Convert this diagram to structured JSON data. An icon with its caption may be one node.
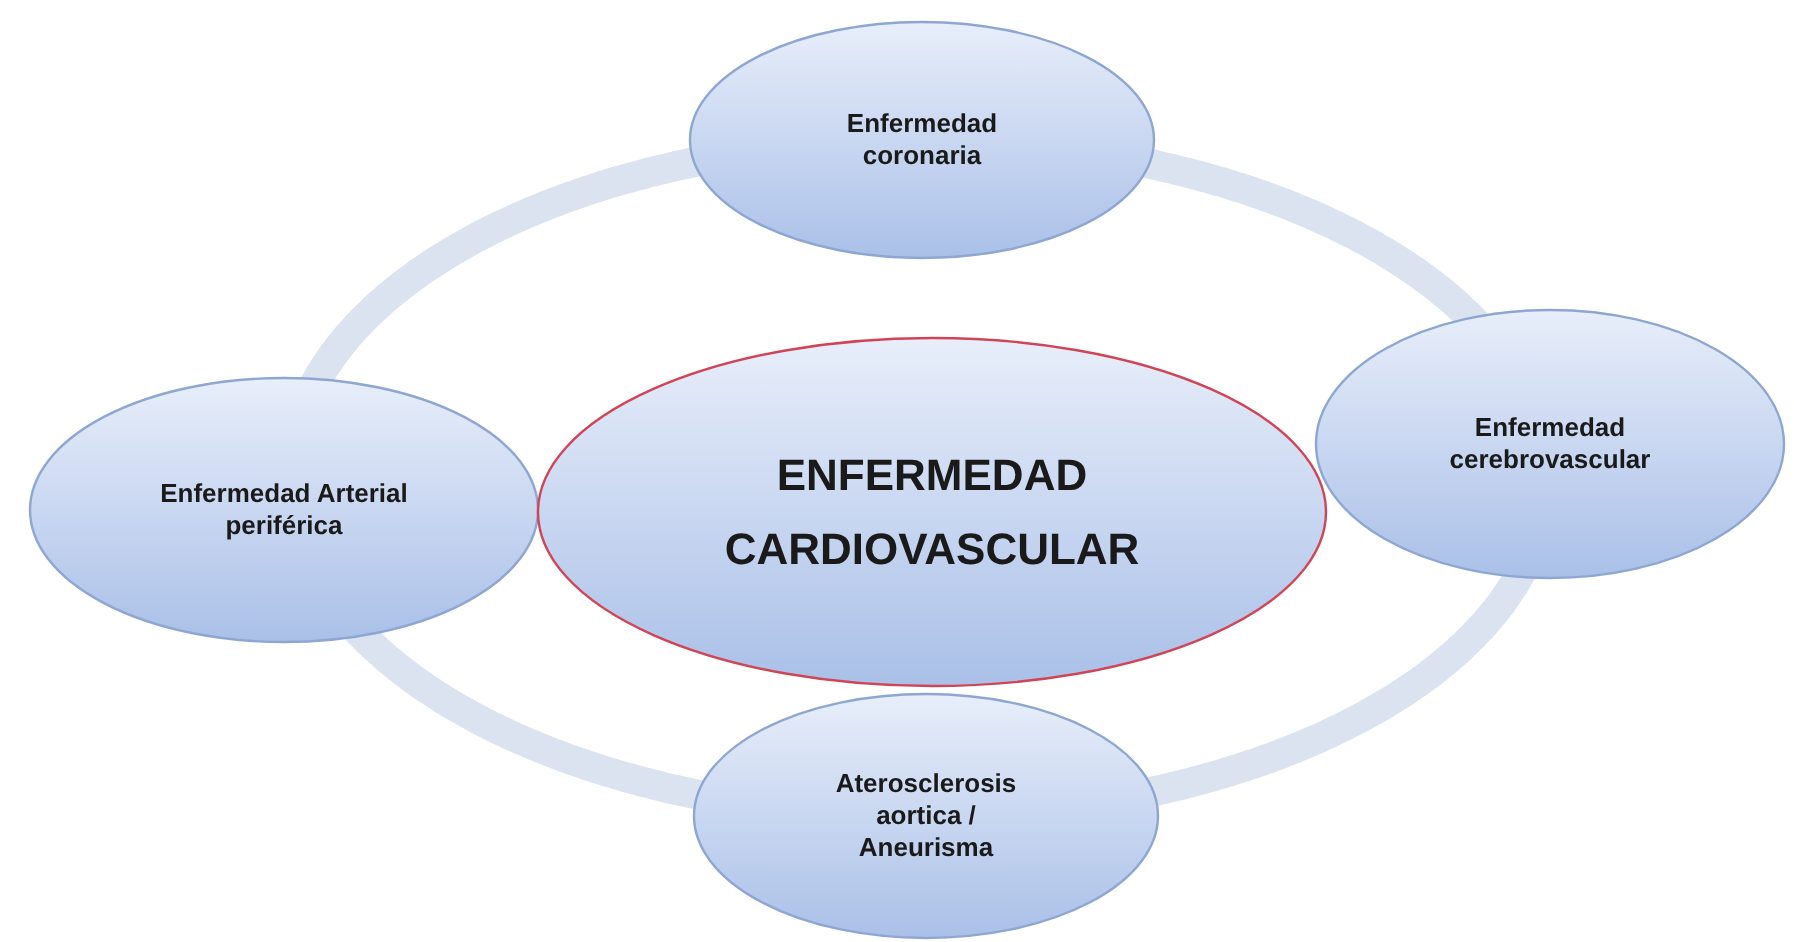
{
  "diagram": {
    "nodes": [
      {
        "text": [
          "Enfermedad coronaria"
        ]
      },
      {
        "text": [
          "Enfermedad Arterial periférica"
        ]
      },
      {
        "text": [
          "ENFERMEDAD CARDIOVASCULAR"
        ]
      },
      {
        "text": [
          "Enfermedad cerebrovascular"
        ]
      },
      {
        "text": [
          "Aterosclerosis aortica / Aneurisma"
        ]
      }
    ],
    "edges": [
      {
        "from": 0,
        "to": 3,
        "arrow": "none"
      },
      {
        "from": 3,
        "to": 4,
        "arrow": "none"
      },
      {
        "from": 4,
        "to": 1,
        "arrow": "none"
      },
      {
        "from": 1,
        "to": 0,
        "arrow": "none"
      }
    ]
  }
}
